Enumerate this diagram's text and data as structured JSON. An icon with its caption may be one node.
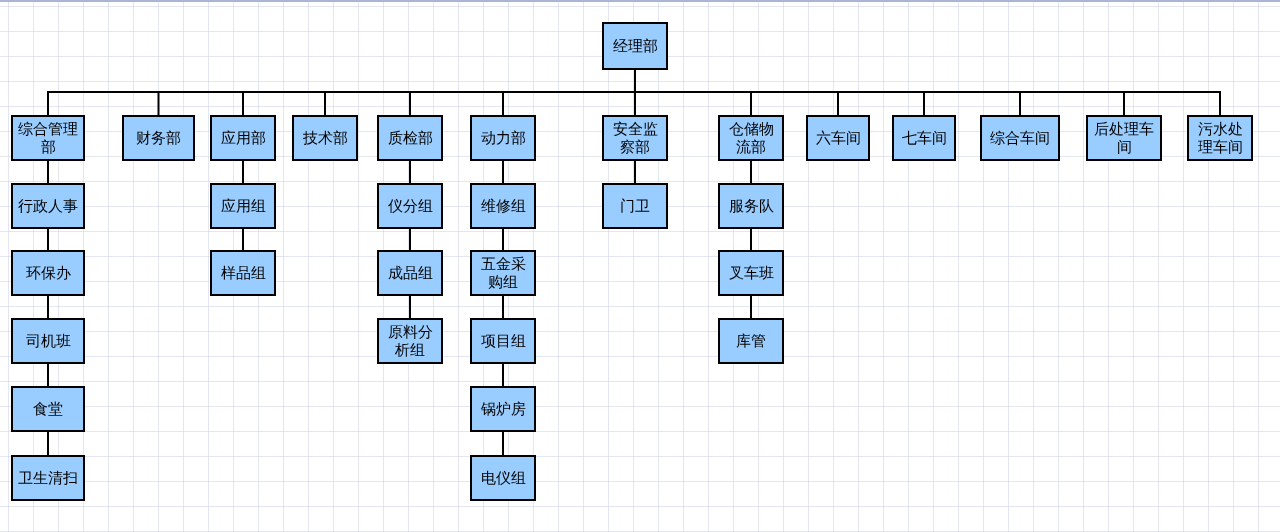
{
  "diagram": {
    "nodes": [
      {
        "text": [
          "经理部"
        ]
      },
      {
        "text": [
          "综合管理部"
        ]
      },
      {
        "text": [
          "财务部"
        ]
      },
      {
        "text": [
          "应用部"
        ]
      },
      {
        "text": [
          "技术部"
        ]
      },
      {
        "text": [
          "质检部"
        ]
      },
      {
        "text": [
          "动力部"
        ]
      },
      {
        "text": [
          "安全监察部"
        ]
      },
      {
        "text": [
          "仓储物流部"
        ]
      },
      {
        "text": [
          "六车间"
        ]
      },
      {
        "text": [
          "七车间"
        ]
      },
      {
        "text": [
          "综合车间"
        ]
      },
      {
        "text": [
          "后处理车间"
        ]
      },
      {
        "text": [
          "污水处理车间"
        ]
      },
      {
        "text": [
          "行政人事"
        ]
      },
      {
        "text": [
          "环保办"
        ]
      },
      {
        "text": [
          "司机班"
        ]
      },
      {
        "text": [
          "食堂"
        ]
      },
      {
        "text": [
          "卫生清扫"
        ]
      },
      {
        "text": [
          "应用组"
        ]
      },
      {
        "text": [
          "样品组"
        ]
      },
      {
        "text": [
          "仪分组"
        ]
      },
      {
        "text": [
          "成品组"
        ]
      },
      {
        "text": [
          "原料分析组"
        ]
      },
      {
        "text": [
          "维修组"
        ]
      },
      {
        "text": [
          "五金采购组"
        ]
      },
      {
        "text": [
          "项目组"
        ]
      },
      {
        "text": [
          "锅炉房"
        ]
      },
      {
        "text": [
          "电仪组"
        ]
      },
      {
        "text": [
          "门卫"
        ]
      },
      {
        "text": [
          "服务队"
        ]
      },
      {
        "text": [
          "叉车班"
        ]
      },
      {
        "text": [
          "库管"
        ]
      }
    ],
    "edges": [
      {
        "from": 0,
        "to": 1,
        "arrow": "none"
      },
      {
        "from": 0,
        "to": 2,
        "arrow": "none"
      },
      {
        "from": 0,
        "to": 3,
        "arrow": "none"
      },
      {
        "from": 0,
        "to": 4,
        "arrow": "none"
      },
      {
        "from": 0,
        "to": 5,
        "arrow": "none"
      },
      {
        "from": 0,
        "to": 6,
        "arrow": "none"
      },
      {
        "from": 0,
        "to": 7,
        "arrow": "none"
      },
      {
        "from": 0,
        "to": 8,
        "arrow": "none"
      },
      {
        "from": 0,
        "to": 9,
        "arrow": "none"
      },
      {
        "from": 0,
        "to": 10,
        "arrow": "none"
      },
      {
        "from": 0,
        "to": 11,
        "arrow": "none"
      },
      {
        "from": 0,
        "to": 12,
        "arrow": "none"
      },
      {
        "from": 0,
        "to": 13,
        "arrow": "none"
      },
      {
        "from": 1,
        "to": 14,
        "arrow": "none"
      },
      {
        "from": 14,
        "to": 15,
        "arrow": "none"
      },
      {
        "from": 15,
        "to": 16,
        "arrow": "none"
      },
      {
        "from": 16,
        "to": 17,
        "arrow": "none"
      },
      {
        "from": 17,
        "to": 18,
        "arrow": "none"
      },
      {
        "from": 3,
        "to": 19,
        "arrow": "none"
      },
      {
        "from": 19,
        "to": 20,
        "arrow": "none"
      },
      {
        "from": 5,
        "to": 21,
        "arrow": "none"
      },
      {
        "from": 21,
        "to": 22,
        "arrow": "none"
      },
      {
        "from": 22,
        "to": 23,
        "arrow": "none"
      },
      {
        "from": 6,
        "to": 24,
        "arrow": "none"
      },
      {
        "from": 24,
        "to": 25,
        "arrow": "none"
      },
      {
        "from": 25,
        "to": 26,
        "arrow": "none"
      },
      {
        "from": 26,
        "to": 27,
        "arrow": "none"
      },
      {
        "from": 27,
        "to": 28,
        "arrow": "none"
      },
      {
        "from": 7,
        "to": 29,
        "arrow": "none"
      },
      {
        "from": 8,
        "to": 30,
        "arrow": "none"
      },
      {
        "from": 30,
        "to": 31,
        "arrow": "none"
      },
      {
        "from": 31,
        "to": 32,
        "arrow": "none"
      }
    ]
  }
}
